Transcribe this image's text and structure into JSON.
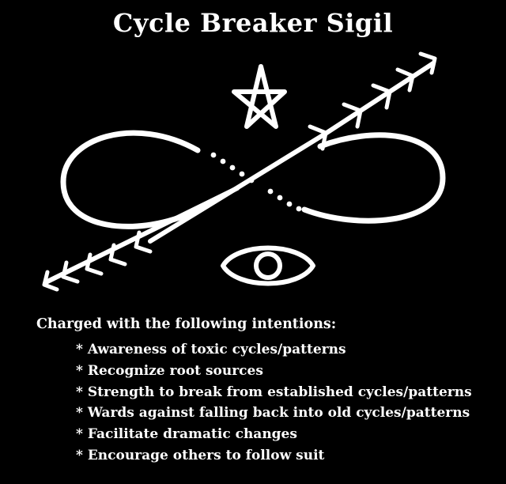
{
  "title": "Cycle Breaker Sigil",
  "intro": "Charged with the following intentions:",
  "intentions": [
    "Awareness of toxic cycles/patterns",
    "Recognize root sources",
    "Strength to break from established cycles/patterns",
    "Wards against falling back into old cycles/patterns",
    "Facilitate dramatic changes",
    "Encourage others to follow suit"
  ],
  "colors": {
    "background": "#000000",
    "foreground": "#ffffff"
  },
  "sigil": {
    "elements": [
      "star-icon",
      "infinity-loop",
      "arrow-up-right",
      "arrow-down-left",
      "dotted-crossing-line",
      "eye-icon"
    ]
  }
}
